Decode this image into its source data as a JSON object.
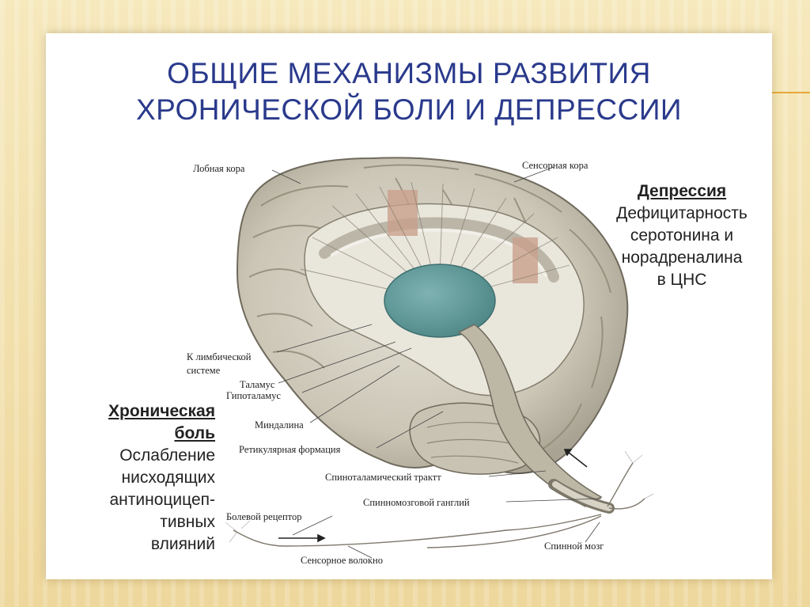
{
  "title": {
    "line1": "ОБЩИЕ МЕХАНИЗМЫ РАЗВИТИЯ",
    "line2": "ХРОНИЧЕСКОЙ БОЛИ И ДЕПРЕССИИ"
  },
  "depression": {
    "heading": "Депрессия",
    "lines": [
      "Дефицитарность",
      "серотонина и",
      "норадреналина",
      "в ЦНС"
    ]
  },
  "chronic_pain": {
    "heading_lines": [
      "Хроническая",
      "боль"
    ],
    "lines": [
      "Ослабление",
      "нисходящих",
      "антиноцицеп-",
      "тивных",
      "влияний"
    ]
  },
  "labels": {
    "frontal_cortex": "Лобная кора",
    "sensory_cortex": "Сенсорная кора",
    "to_limbic_1": "К лимбической",
    "to_limbic_2": "системе",
    "thalamus": "Таламус",
    "hypothalamus": "Гипоталамус",
    "amygdala": "Миндалина",
    "reticular_formation": "Ретикулярная формация",
    "spinothalamic_tract": "Спиноталамический трактт",
    "spinal_ganglion": "Спинномозговой ганглий",
    "pain_receptor": "Болевой рецептор",
    "spinal_cord": "Спинной мозг",
    "sensory_fiber": "Сенсорное волокно"
  },
  "colors": {
    "title": "#2a3a8c",
    "thalamus": "#5f9a9a",
    "cortex_patch": "#c9a08c",
    "brain": "#cfcbbd"
  }
}
